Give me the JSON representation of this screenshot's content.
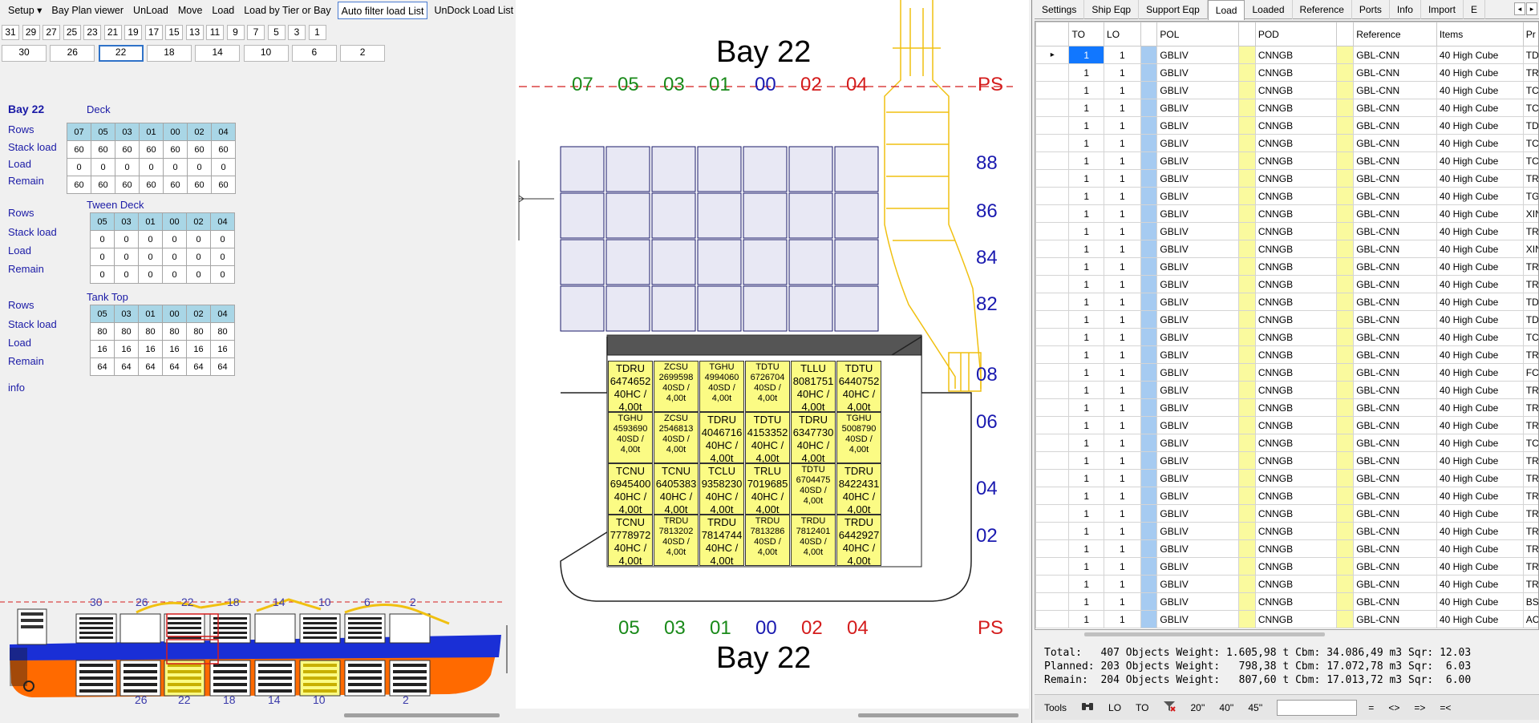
{
  "menu": [
    "Setup ▾",
    "Bay Plan viewer",
    "UnLoad",
    "Move",
    "Load",
    "Load by Tier or Bay",
    "Auto filter load List",
    "UnDock Load List"
  ],
  "bay_row1": [
    "31",
    "29",
    "27",
    "25",
    "23",
    "21",
    "19",
    "17",
    "15",
    "13",
    "11",
    "9",
    "7",
    "5",
    "3",
    "1"
  ],
  "bay_row2": [
    "30",
    "26",
    "22",
    "18",
    "14",
    "10",
    "6",
    "2"
  ],
  "bay_title": "Bay 22",
  "labels": {
    "deck": "Deck",
    "tween": "Tween Deck",
    "tank": "Tank Top",
    "rows": "Rows",
    "stack": "Stack load",
    "load": "Load",
    "remain": "Remain",
    "info": "info"
  },
  "deck_table": {
    "head": [
      "07",
      "05",
      "03",
      "01",
      "00",
      "02",
      "04"
    ],
    "stack": [
      "60",
      "60",
      "60",
      "60",
      "60",
      "60",
      "60"
    ],
    "load": [
      "0",
      "0",
      "0",
      "0",
      "0",
      "0",
      "0"
    ],
    "remain": [
      "60",
      "60",
      "60",
      "60",
      "60",
      "60",
      "60"
    ]
  },
  "tween_table": {
    "head": [
      "05",
      "03",
      "01",
      "00",
      "02",
      "04"
    ],
    "stack": [
      "0",
      "0",
      "0",
      "0",
      "0",
      "0"
    ],
    "load": [
      "0",
      "0",
      "0",
      "0",
      "0",
      "0"
    ],
    "remain": [
      "0",
      "0",
      "0",
      "0",
      "0",
      "0"
    ]
  },
  "tank_table": {
    "head": [
      "05",
      "03",
      "01",
      "00",
      "02",
      "04"
    ],
    "stack": [
      "80",
      "80",
      "80",
      "80",
      "80",
      "80"
    ],
    "load": [
      "16",
      "16",
      "16",
      "16",
      "16",
      "16"
    ],
    "remain": [
      "64",
      "64",
      "64",
      "64",
      "64",
      "64"
    ]
  },
  "ship_top_labels": [
    "30",
    "26",
    "22",
    "18",
    "14",
    "10",
    "6",
    "2"
  ],
  "ship_bottom_labels": [
    "26",
    "22",
    "18",
    "14",
    "10",
    "2"
  ],
  "center": {
    "title_top": "Bay 22",
    "title_bottom": "Bay 22",
    "ps": "PS",
    "deck_rows": [
      {
        "t": "07",
        "c": "#1a8a1a"
      },
      {
        "t": "05",
        "c": "#1a8a1a"
      },
      {
        "t": "03",
        "c": "#1a8a1a"
      },
      {
        "t": "01",
        "c": "#1a8a1a"
      },
      {
        "t": "00",
        "c": "#1a1ab0"
      },
      {
        "t": "02",
        "c": "#d41c1c"
      },
      {
        "t": "04",
        "c": "#d41c1c"
      }
    ],
    "hold_rows": [
      {
        "t": "05",
        "c": "#1a8a1a"
      },
      {
        "t": "03",
        "c": "#1a8a1a"
      },
      {
        "t": "01",
        "c": "#1a8a1a"
      },
      {
        "t": "00",
        "c": "#1a1ab0"
      },
      {
        "t": "02",
        "c": "#d41c1c"
      },
      {
        "t": "04",
        "c": "#d41c1c"
      }
    ],
    "tiers_deck": [
      "88",
      "86",
      "84",
      "82"
    ],
    "tiers_hold": [
      "08",
      "06",
      "04",
      "02"
    ],
    "containers": [
      [
        "TDRU 6474652 40HC / 4,00t",
        "ZCSU 2699598 40SD / 4,00t",
        "TGHU 4994060 40SD / 4,00t",
        "TDTU 6726704 40SD / 4,00t",
        "TLLU 8081751 40HC / 4,00t",
        "TDTU 6440752 40HC / 4,00t"
      ],
      [
        "TGHU 4593690 40SD / 4,00t",
        "ZCSU 2546813 40SD / 4,00t",
        "TDRU 4046716 40HC / 4,00t",
        "TDTU 4153352 40HC / 4,00t",
        "TDRU 6347730 40HC / 4,00t",
        "TGHU 5008790 40SD / 4,00t"
      ],
      [
        "TCNU 6945400 40HC / 4,00t",
        "TCNU 6405383 40HC / 4,00t",
        "TCLU 9358230 40HC / 4,00t",
        "TRLU 7019685 40HC / 4,00t",
        "TDTU 6704475 40SD / 4,00t",
        "TDRU 8422431 40HC / 4,00t"
      ],
      [
        "TCNU 7778972 40HC / 4,00t",
        "TRDU 7813202 40SD / 4,00t",
        "TRDU 7814744 40HC / 4,00t",
        "TRDU 7813286 40SD / 4,00t",
        "TRDU 7812401 40SD / 4,00t",
        "TRDU 6442927 40HC / 4,00t"
      ]
    ]
  },
  "tabs": [
    "Settings",
    "Ship Eqp",
    "Support Eqp",
    "Load",
    "Loaded",
    "Reference",
    "Ports",
    "Info",
    "Import",
    "E"
  ],
  "grid": {
    "headers": [
      "TO",
      "LO",
      "",
      "POL",
      "",
      "POD",
      "",
      "Reference",
      "Items",
      "Pr"
    ],
    "rows": [
      [
        "1",
        "1",
        "GBLIV",
        "CNNGB",
        "GBL-CNN",
        "40 High Cube",
        "TD"
      ],
      [
        "1",
        "1",
        "GBLIV",
        "CNNGB",
        "GBL-CNN",
        "40 High Cube",
        "TR"
      ],
      [
        "1",
        "1",
        "GBLIV",
        "CNNGB",
        "GBL-CNN",
        "40 High Cube",
        "TC"
      ],
      [
        "1",
        "1",
        "GBLIV",
        "CNNGB",
        "GBL-CNN",
        "40 High Cube",
        "TC"
      ],
      [
        "1",
        "1",
        "GBLIV",
        "CNNGB",
        "GBL-CNN",
        "40 High Cube",
        "TD"
      ],
      [
        "1",
        "1",
        "GBLIV",
        "CNNGB",
        "GBL-CNN",
        "40 High Cube",
        "TC"
      ],
      [
        "1",
        "1",
        "GBLIV",
        "CNNGB",
        "GBL-CNN",
        "40 High Cube",
        "TC"
      ],
      [
        "1",
        "1",
        "GBLIV",
        "CNNGB",
        "GBL-CNN",
        "40 High Cube",
        "TR"
      ],
      [
        "1",
        "1",
        "GBLIV",
        "CNNGB",
        "GBL-CNN",
        "40 High Cube",
        "TG"
      ],
      [
        "1",
        "1",
        "GBLIV",
        "CNNGB",
        "GBL-CNN",
        "40 High Cube",
        "XIN"
      ],
      [
        "1",
        "1",
        "GBLIV",
        "CNNGB",
        "GBL-CNN",
        "40 High Cube",
        "TR"
      ],
      [
        "1",
        "1",
        "GBLIV",
        "CNNGB",
        "GBL-CNN",
        "40 High Cube",
        "XIN"
      ],
      [
        "1",
        "1",
        "GBLIV",
        "CNNGB",
        "GBL-CNN",
        "40 High Cube",
        "TR"
      ],
      [
        "1",
        "1",
        "GBLIV",
        "CNNGB",
        "GBL-CNN",
        "40 High Cube",
        "TR"
      ],
      [
        "1",
        "1",
        "GBLIV",
        "CNNGB",
        "GBL-CNN",
        "40 High Cube",
        "TD"
      ],
      [
        "1",
        "1",
        "GBLIV",
        "CNNGB",
        "GBL-CNN",
        "40 High Cube",
        "TD"
      ],
      [
        "1",
        "1",
        "GBLIV",
        "CNNGB",
        "GBL-CNN",
        "40 High Cube",
        "TC"
      ],
      [
        "1",
        "1",
        "GBLIV",
        "CNNGB",
        "GBL-CNN",
        "40 High Cube",
        "TR"
      ],
      [
        "1",
        "1",
        "GBLIV",
        "CNNGB",
        "GBL-CNN",
        "40 High Cube",
        "FCI"
      ],
      [
        "1",
        "1",
        "GBLIV",
        "CNNGB",
        "GBL-CNN",
        "40 High Cube",
        "TR"
      ],
      [
        "1",
        "1",
        "GBLIV",
        "CNNGB",
        "GBL-CNN",
        "40 High Cube",
        "TR"
      ],
      [
        "1",
        "1",
        "GBLIV",
        "CNNGB",
        "GBL-CNN",
        "40 High Cube",
        "TR"
      ],
      [
        "1",
        "1",
        "GBLIV",
        "CNNGB",
        "GBL-CNN",
        "40 High Cube",
        "TC"
      ],
      [
        "1",
        "1",
        "GBLIV",
        "CNNGB",
        "GBL-CNN",
        "40 High Cube",
        "TR"
      ],
      [
        "1",
        "1",
        "GBLIV",
        "CNNGB",
        "GBL-CNN",
        "40 High Cube",
        "TR"
      ],
      [
        "1",
        "1",
        "GBLIV",
        "CNNGB",
        "GBL-CNN",
        "40 High Cube",
        "TR"
      ],
      [
        "1",
        "1",
        "GBLIV",
        "CNNGB",
        "GBL-CNN",
        "40 High Cube",
        "TR"
      ],
      [
        "1",
        "1",
        "GBLIV",
        "CNNGB",
        "GBL-CNN",
        "40 High Cube",
        "TR"
      ],
      [
        "1",
        "1",
        "GBLIV",
        "CNNGB",
        "GBL-CNN",
        "40 High Cube",
        "TR"
      ],
      [
        "1",
        "1",
        "GBLIV",
        "CNNGB",
        "GBL-CNN",
        "40 High Cube",
        "TR"
      ],
      [
        "1",
        "1",
        "GBLIV",
        "CNNGB",
        "GBL-CNN",
        "40 High Cube",
        "TR"
      ],
      [
        "1",
        "1",
        "GBLIV",
        "CNNGB",
        "GBL-CNN",
        "40 High Cube",
        "BS"
      ],
      [
        "1",
        "1",
        "GBLIV",
        "CNNGB",
        "GBL-CNN",
        "40 High Cube",
        "AC"
      ]
    ]
  },
  "summary": {
    "total": "Total:   407 Objects Weight: 1.605,98 t Cbm: 34.086,49 m3 Sqr: 12.03",
    "planned": "Planned: 203 Objects Weight:   798,38 t Cbm: 17.072,78 m3 Sqr:  6.03",
    "remain": "Remain:  204 Objects Weight:   807,60 t Cbm: 17.013,72 m3 Sqr:  6.00"
  },
  "toolbar": [
    "Tools",
    "LO",
    "TO",
    "20''",
    "40''",
    "45''",
    "=",
    "<>",
    "=>",
    "=<"
  ],
  "colors": {
    "accent": "#2f72c8",
    "header_cell": "#a9d6e6",
    "container": "#fbfb84",
    "crane": "#f0c010",
    "ps_red": "#d41c1c",
    "tier_blue": "#1a1ab0"
  }
}
